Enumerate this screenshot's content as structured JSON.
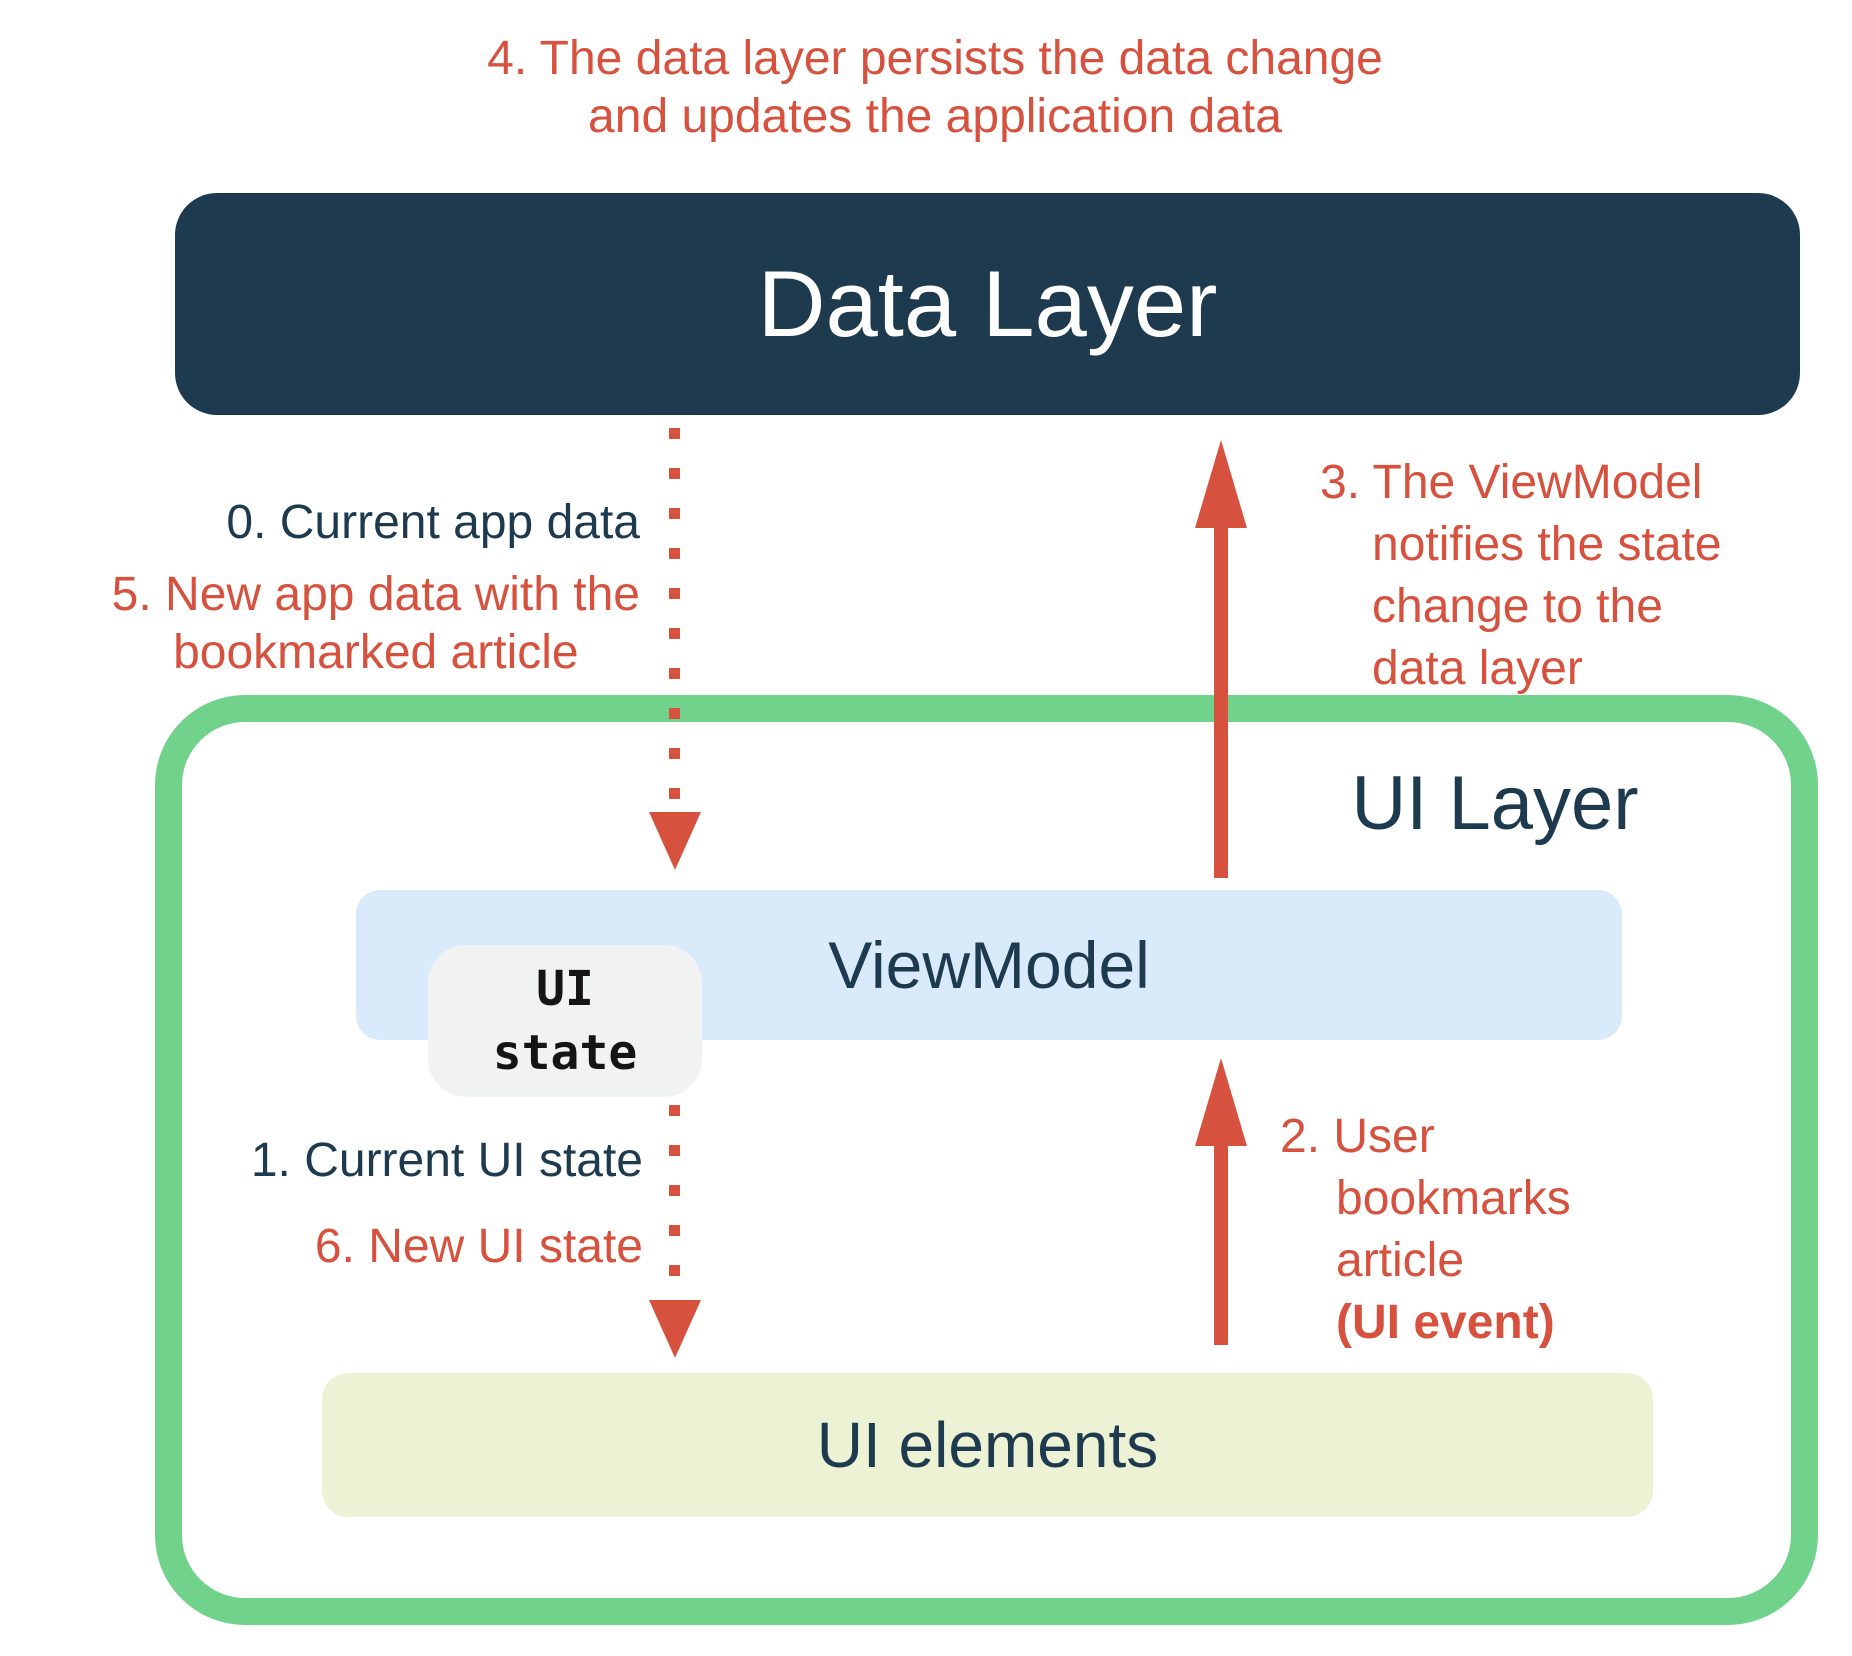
{
  "colors": {
    "red": "#d6523f",
    "navy": "#1e3a4f",
    "green": "#71d28c",
    "blue": "#d9ebfb",
    "yellow": "#edf2d4",
    "chip": "#f1f3f3"
  },
  "captions": {
    "step4": {
      "line1": "4. The data layer persists the data change",
      "line2": "and updates the application data"
    },
    "step0": "0. Current app data",
    "step5": {
      "line1": "5. New app data with the",
      "line2": "bookmarked article"
    },
    "step3": {
      "line1": "3. The ViewModel",
      "line2": "notifies the state",
      "line3": "change to the",
      "line4": "data layer"
    },
    "step2": {
      "line1": "2. User",
      "line2": "bookmarks",
      "line3": "article",
      "line4": "(UI event)"
    },
    "step1": "1. Current UI state",
    "step6": "6. New UI state"
  },
  "boxes": {
    "data_layer": "Data Layer",
    "ui_layer": "UI Layer",
    "viewmodel": "ViewModel",
    "ui_state_chip": {
      "line1": "UI",
      "line2": "state"
    },
    "ui_elements": "UI elements"
  }
}
